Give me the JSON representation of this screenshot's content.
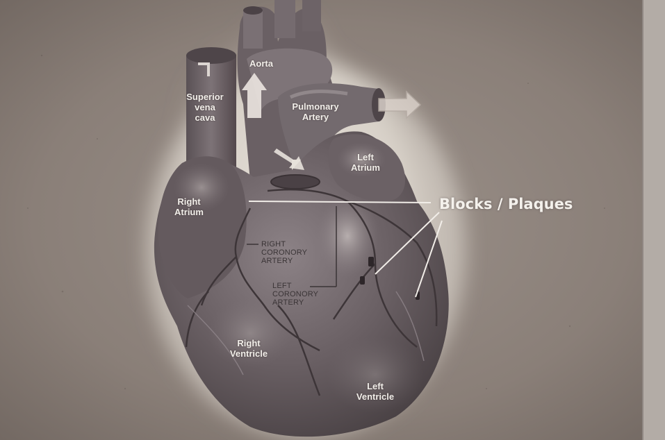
{
  "diagram": {
    "labels": {
      "aorta": "Aorta",
      "superior_vena_cava": "Superior\nvena\ncava",
      "pulmonary_artery": "Pulmonary\nArtery",
      "left_atrium": "Left\nAtrium",
      "right_atrium": "Right\nAtrium",
      "blocks_plaques": "Blocks / Plaques",
      "right_coronary_artery": "RIGHT\nCORONORY\nARTERY",
      "left_coronary_artery": "LEFT\nCORONORY\nARTERY",
      "right_ventricle": "Right\nVentricle",
      "left_ventricle": "Left\nVentricle"
    },
    "colors": {
      "paper": "#8a7f78",
      "heart_body": "#6e6468",
      "heart_glow": "#e6e0d8",
      "label_light": "#f1eee9",
      "label_dark": "#3a3436"
    }
  }
}
